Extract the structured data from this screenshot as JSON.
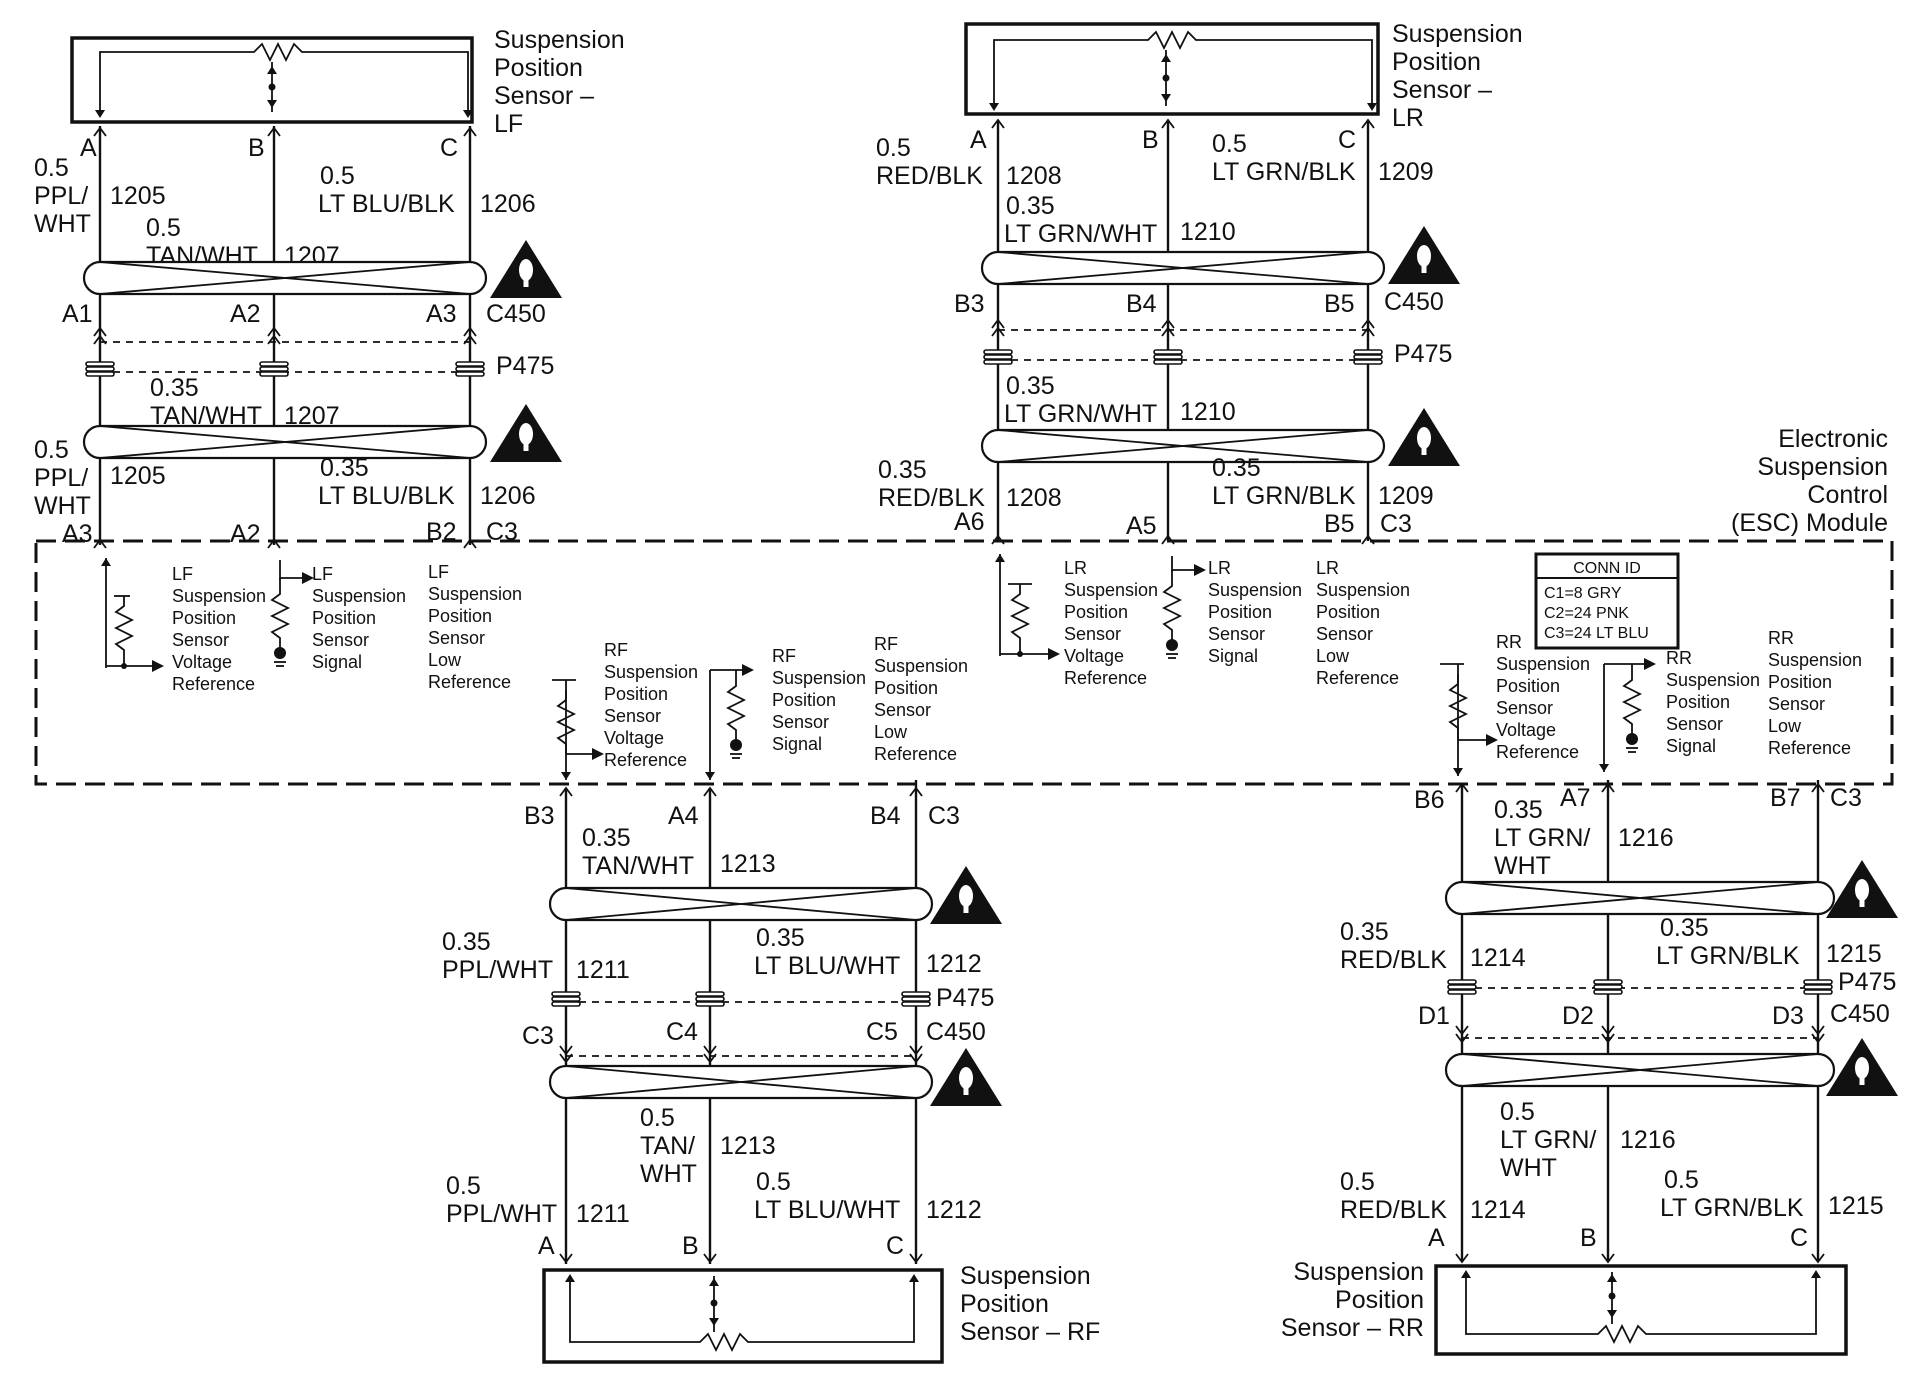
{
  "module": {
    "title_lines": [
      "Electronic",
      "Suspension",
      "Control",
      "(ESC) Module"
    ],
    "conn_id": {
      "title": "CONN ID",
      "entries": [
        "C1=8 GRY",
        "C2=24 PNK",
        "C3=24 LT BLU"
      ]
    }
  },
  "sensors": {
    "lf": {
      "name_lines": [
        "Suspension",
        "Position",
        "Sensor –",
        "LF"
      ],
      "pins": [
        "A",
        "B",
        "C"
      ],
      "wire_a": {
        "size": "0.5",
        "color_lines": [
          "PPL/",
          "WHT"
        ],
        "circuit": "1205"
      },
      "wire_b": {
        "size": "0.5",
        "color": "TAN/WHT",
        "circuit": "1207"
      },
      "wire_c": {
        "size": "0.5",
        "color": "LT BLU/BLK",
        "circuit": "1206"
      },
      "c450": {
        "name": "C450",
        "pins": [
          "A1",
          "A2",
          "A3"
        ]
      },
      "splice": "P475",
      "lower_b": {
        "size": "0.35",
        "color": "TAN/WHT",
        "circuit": "1207"
      },
      "lower_a": {
        "size": "0.5",
        "color_lines": [
          "PPL/",
          "WHT"
        ],
        "circuit": "1205"
      },
      "lower_c": {
        "size": "0.35",
        "color": "LT BLU/BLK",
        "circuit": "1206"
      },
      "esc_pins": [
        "A3",
        "A2",
        "B2"
      ],
      "esc_conn": "C3",
      "functions": {
        "voltage_reference": [
          "LF",
          "Suspension",
          "Position",
          "Sensor",
          "Voltage",
          "Reference"
        ],
        "signal": [
          "LF",
          "Suspension",
          "Position",
          "Sensor",
          "Signal"
        ],
        "low_reference": [
          "LF",
          "Suspension",
          "Position",
          "Sensor",
          "Low",
          "Reference"
        ]
      }
    },
    "lr": {
      "name_lines": [
        "Suspension",
        "Position",
        "Sensor –",
        "LR"
      ],
      "pins": [
        "A",
        "B",
        "C"
      ],
      "wire_a": {
        "size": "0.5",
        "color": "RED/BLK",
        "circuit": "1208"
      },
      "wire_b": {
        "size": "0.35",
        "color": "LT GRN/WHT",
        "circuit": "1210"
      },
      "wire_c": {
        "size": "0.5",
        "color": "LT GRN/BLK",
        "circuit": "1209"
      },
      "c450": {
        "name": "C450",
        "pins": [
          "B3",
          "B4",
          "B5"
        ]
      },
      "splice": "P475",
      "lower_b": {
        "size": "0.35",
        "color": "LT GRN/WHT",
        "circuit": "1210"
      },
      "lower_a": {
        "size": "0.35",
        "color": "RED/BLK",
        "circuit": "1208"
      },
      "lower_c": {
        "size": "0.35",
        "color": "LT GRN/BLK",
        "circuit": "1209"
      },
      "esc_pins": [
        "A6",
        "A5",
        "B5"
      ],
      "esc_conn": "C3",
      "functions": {
        "voltage_reference": [
          "LR",
          "Suspension",
          "Position",
          "Sensor",
          "Voltage",
          "Reference"
        ],
        "signal": [
          "LR",
          "Suspension",
          "Position",
          "Sensor",
          "Signal"
        ],
        "low_reference": [
          "LR",
          "Suspension",
          "Position",
          "Sensor",
          "Low",
          "Reference"
        ]
      }
    },
    "rf": {
      "name_lines": [
        "Suspension",
        "Position",
        "Sensor – RF"
      ],
      "pins": [
        "A",
        "B",
        "C"
      ],
      "esc_pins": [
        "B3",
        "A4",
        "B4"
      ],
      "esc_conn": "C3",
      "upper_b": {
        "size": "0.35",
        "color": "TAN/WHT",
        "circuit": "1213"
      },
      "upper_a": {
        "size": "0.35",
        "color": "PPL/WHT",
        "circuit": "1211"
      },
      "upper_c": {
        "size": "0.35",
        "color": "LT BLU/WHT",
        "circuit": "1212"
      },
      "splice": "P475",
      "c450": {
        "name": "C450",
        "pins": [
          "C3",
          "C4",
          "C5"
        ]
      },
      "lower_b": {
        "size": "0.5",
        "color_lines": [
          "TAN/",
          "WHT"
        ],
        "circuit": "1213"
      },
      "lower_a": {
        "size": "0.5",
        "color": "PPL/WHT",
        "circuit": "1211"
      },
      "lower_c": {
        "size": "0.5",
        "color": "LT BLU/WHT",
        "circuit": "1212"
      },
      "functions": {
        "voltage_reference": [
          "RF",
          "Suspension",
          "Position",
          "Sensor",
          "Voltage",
          "Reference"
        ],
        "signal": [
          "RF",
          "Suspension",
          "Position",
          "Sensor",
          "Signal"
        ],
        "low_reference": [
          "RF",
          "Suspension",
          "Position",
          "Sensor",
          "Low",
          "Reference"
        ]
      }
    },
    "rr": {
      "name_lines": [
        "Suspension",
        "Position",
        "Sensor – RR"
      ],
      "pins": [
        "A",
        "B",
        "C"
      ],
      "esc_pins": [
        "B6",
        "A7",
        "B7"
      ],
      "esc_conn": "C3",
      "upper_b": {
        "size": "0.35",
        "color_lines": [
          "LT GRN/",
          "WHT"
        ],
        "circuit": "1216"
      },
      "upper_a": {
        "size": "0.35",
        "color": "RED/BLK",
        "circuit": "1214"
      },
      "upper_c": {
        "size": "0.35",
        "color": "LT GRN/BLK",
        "circuit": "1215"
      },
      "splice": "P475",
      "c450": {
        "name": "C450",
        "pins": [
          "D1",
          "D2",
          "D3"
        ]
      },
      "lower_b": {
        "size": "0.5",
        "color_lines": [
          "LT GRN/",
          "WHT"
        ],
        "circuit": "1216"
      },
      "lower_a": {
        "size": "0.5",
        "color": "RED/BLK",
        "circuit": "1214"
      },
      "lower_c": {
        "size": "0.5",
        "color": "LT GRN/BLK",
        "circuit": "1215"
      },
      "functions": {
        "voltage_reference": [
          "RR",
          "Suspension",
          "Position",
          "Sensor",
          "Voltage",
          "Reference"
        ],
        "signal": [
          "RR",
          "Suspension",
          "Position",
          "Sensor",
          "Signal"
        ],
        "low_reference": [
          "RR",
          "Suspension",
          "Position",
          "Sensor",
          "Low",
          "Reference"
        ]
      }
    }
  }
}
